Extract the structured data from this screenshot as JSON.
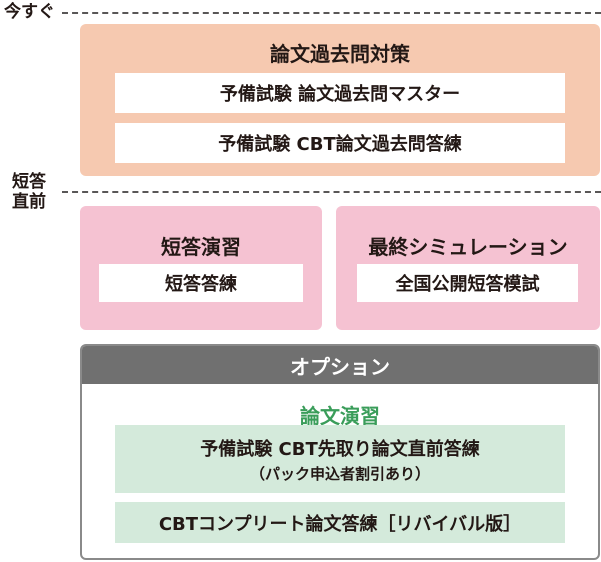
{
  "timeline": {
    "now": "今すぐ",
    "short_answer_before": "短答直前"
  },
  "essay_past": {
    "title": "論文過去問対策",
    "items": [
      "予備試験 論文過去問マスター",
      "予備試験 CBT論文過去問答練"
    ]
  },
  "short_practice": {
    "title": "短答演習",
    "item": "短答答練"
  },
  "final_sim": {
    "title": "最終シミュレーション",
    "item": "全国公開短答模試"
  },
  "option": {
    "header": "オプション",
    "title": "論文演習",
    "item1": "予備試験 CBT先取り論文直前答練",
    "item1_note": "（パック申込者割引あり）",
    "item2": "CBTコンプリート論文答練［リバイバル版］"
  },
  "colors": {
    "peach": "#f6c9b0",
    "pink": "#f5c2d2",
    "gray": "#707070",
    "green": "#3a9d5a",
    "light_green": "#d4eadb"
  }
}
